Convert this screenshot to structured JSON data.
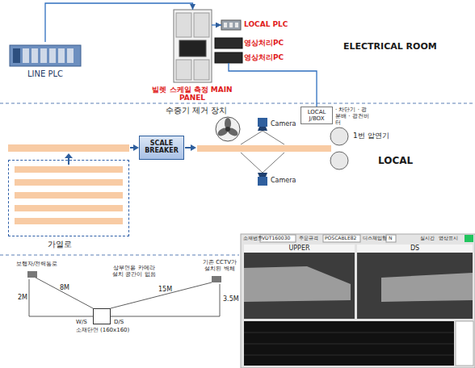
{
  "diagram": {
    "nodes": [
      {
        "text": [
          "LINE PLC"
        ]
      },
      {
        "text": [
          "빌렛 스케일 측정 MAIN PANEL"
        ]
      },
      {
        "text": [
          "LOCAL PLC"
        ]
      },
      {
        "text": [
          "영상처리PC"
        ]
      },
      {
        "text": [
          "영상처리PC"
        ]
      },
      {
        "text": [
          "가열로"
        ]
      },
      {
        "text": [
          "SCALE BREAKER"
        ]
      },
      {
        "text": [
          "수증기 제거 장치"
        ]
      },
      {
        "text": [
          "Camera"
        ]
      },
      {
        "text": [
          "LOCAL J/BOX",
          "· 차단기 · 광분배 · 광컨버터"
        ]
      },
      {
        "text": [
          "1번 압연기"
        ]
      },
      {
        "text": [
          "Camera"
        ]
      },
      {
        "text": [
          "소재단면 (160x160)"
        ]
      }
    ],
    "edges": [
      {
        "from": 0,
        "to": 1,
        "arrow": "to"
      },
      {
        "from": 1,
        "to": 2,
        "arrow": "to"
      },
      {
        "from": 4,
        "to": 9,
        "arrow": "none"
      }
    ],
    "labels": [
      "ELECTRICAL ROOM",
      "LOCAL",
      "보행자/전력통로",
      "상부면용 카메라 설치 공간이 없음",
      "기존 CCTV가 설치된 벽체",
      "8M",
      "15M",
      "2M",
      "3.5M",
      "W/S",
      "D/S",
      "소재번호",
      "VDT160030",
      "주문규격",
      "POSCABLE82",
      "디스체임형",
      "N",
      "실시간",
      "영상표시",
      "UPPER",
      "DS"
    ]
  }
}
